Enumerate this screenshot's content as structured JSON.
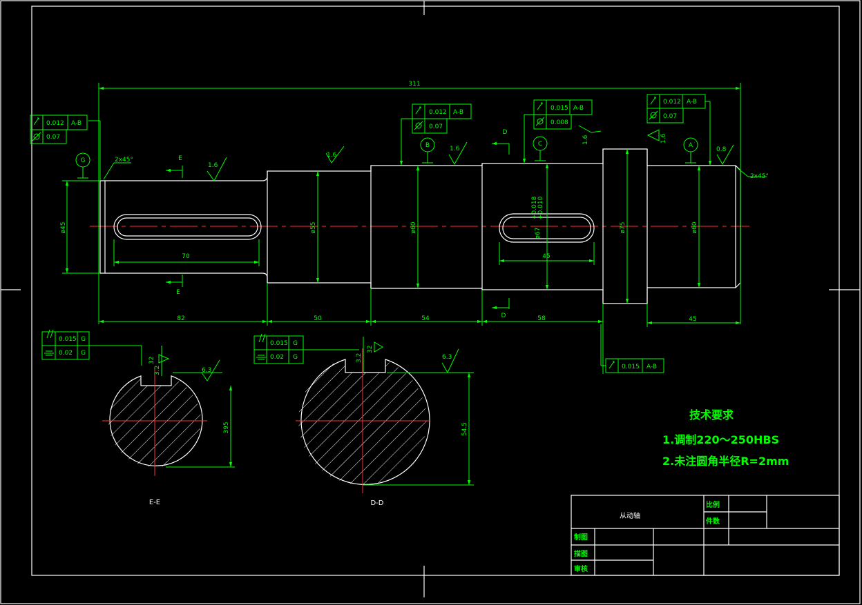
{
  "part_name": "从动轴",
  "title_block": {
    "scale_label": "比例",
    "count_label": "件数",
    "drawn_label": "制图",
    "design_label": "描图",
    "check_label": "审核"
  },
  "tech_requirements": {
    "title": "技术要求",
    "items": [
      "1.调制220～250HBS",
      "2.未注圆角半径R=2mm"
    ]
  },
  "dims": {
    "overall": "311",
    "seg1": "82",
    "seg2": "50",
    "seg3": "54",
    "seg4": "58",
    "seg5": "45",
    "key1_len": "70",
    "key2_len": "45",
    "d1": "ø45",
    "d2": "ø55",
    "d3": "ø60",
    "d4": "ø67",
    "d4_tol_upper": "+0.018",
    "d4_tol_lower": "+0.010",
    "d5": "ø75",
    "d6": "ø60",
    "chamfer_left": "2x45°",
    "chamfer_right": "2x45°",
    "sec_ee_depth": "395",
    "sec_dd_depth": "54.5",
    "key_width_ee": "32",
    "key_width_dd": "32",
    "key_width_ee_b": "3.2",
    "key_width_dd_b": "3.2"
  },
  "roughness": {
    "r1": "1.6",
    "r2": "1.6",
    "r3": "1.6",
    "r4": "1.6",
    "r5": "1.6",
    "r6": "0.8",
    "sec_ee": "6.3",
    "sec_dd": "6.3"
  },
  "datums": {
    "g": "G",
    "b": "B",
    "c": "C",
    "a": "A"
  },
  "section_marks": {
    "e": "E",
    "d": "D"
  },
  "section_labels": {
    "ee": "E-E",
    "dd": "D-D"
  },
  "tolerance_frames": {
    "left_runout": "0.012",
    "left_runout_ref": "A-B",
    "left_circ": "0.07",
    "b_runout": "0.012",
    "b_runout_ref": "A-B",
    "b_circ": "0.07",
    "c_runout": "0.015",
    "c_runout_ref": "A-B",
    "c_circ": "0.008",
    "a_runout": "0.012",
    "a_runout_ref": "A-B",
    "a_circ": "0.07",
    "bottom_runout": "0.015",
    "bottom_runout_ref": "A-B",
    "ee_parallel": "0.015",
    "ee_parallel_ref": "G",
    "ee_sym": "0.02",
    "ee_sym_ref": "G",
    "dd_parallel": "0.015",
    "dd_parallel_ref": "G",
    "dd_sym": "0.02",
    "dd_sym_ref": "G"
  }
}
